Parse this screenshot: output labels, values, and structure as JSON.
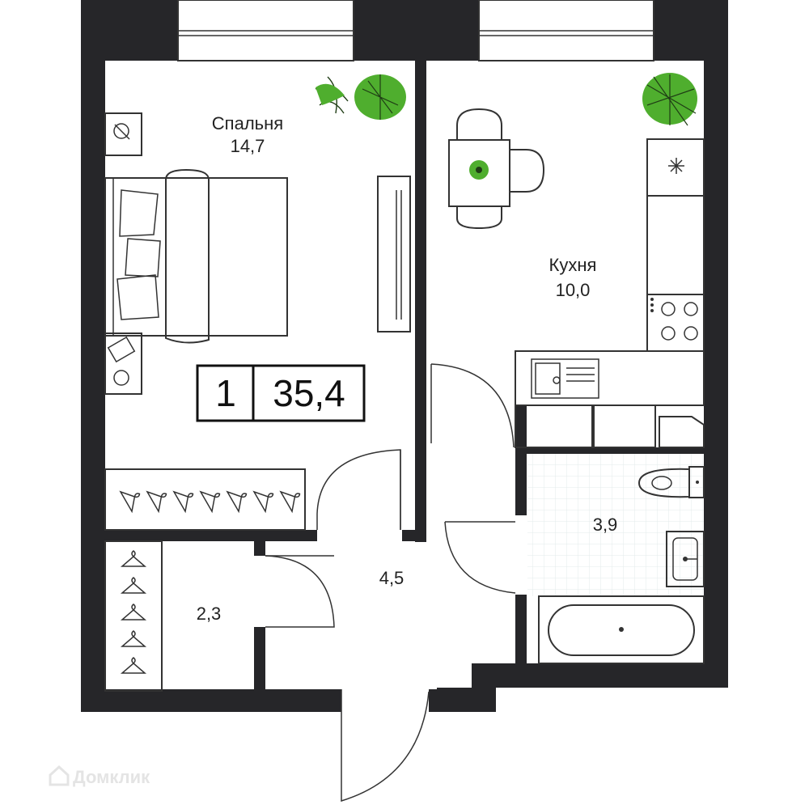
{
  "plan": {
    "rooms_count": "1",
    "total_area": "35,4",
    "rooms": [
      {
        "id": "bedroom",
        "name": "Спальня",
        "area": "14,7"
      },
      {
        "id": "kitchen",
        "name": "Кухня",
        "area": "10,0"
      },
      {
        "id": "bathroom",
        "name": "",
        "area": "3,9"
      },
      {
        "id": "hallway",
        "name": "",
        "area": "4,5"
      },
      {
        "id": "wardrobe",
        "name": "",
        "area": "2,3"
      }
    ]
  },
  "watermark": {
    "text": "Домклик",
    "icon": "house-logo-icon"
  },
  "colors": {
    "wall": "#262629",
    "plant": "#4fae2e",
    "tile_grid": "#e6ecec"
  }
}
